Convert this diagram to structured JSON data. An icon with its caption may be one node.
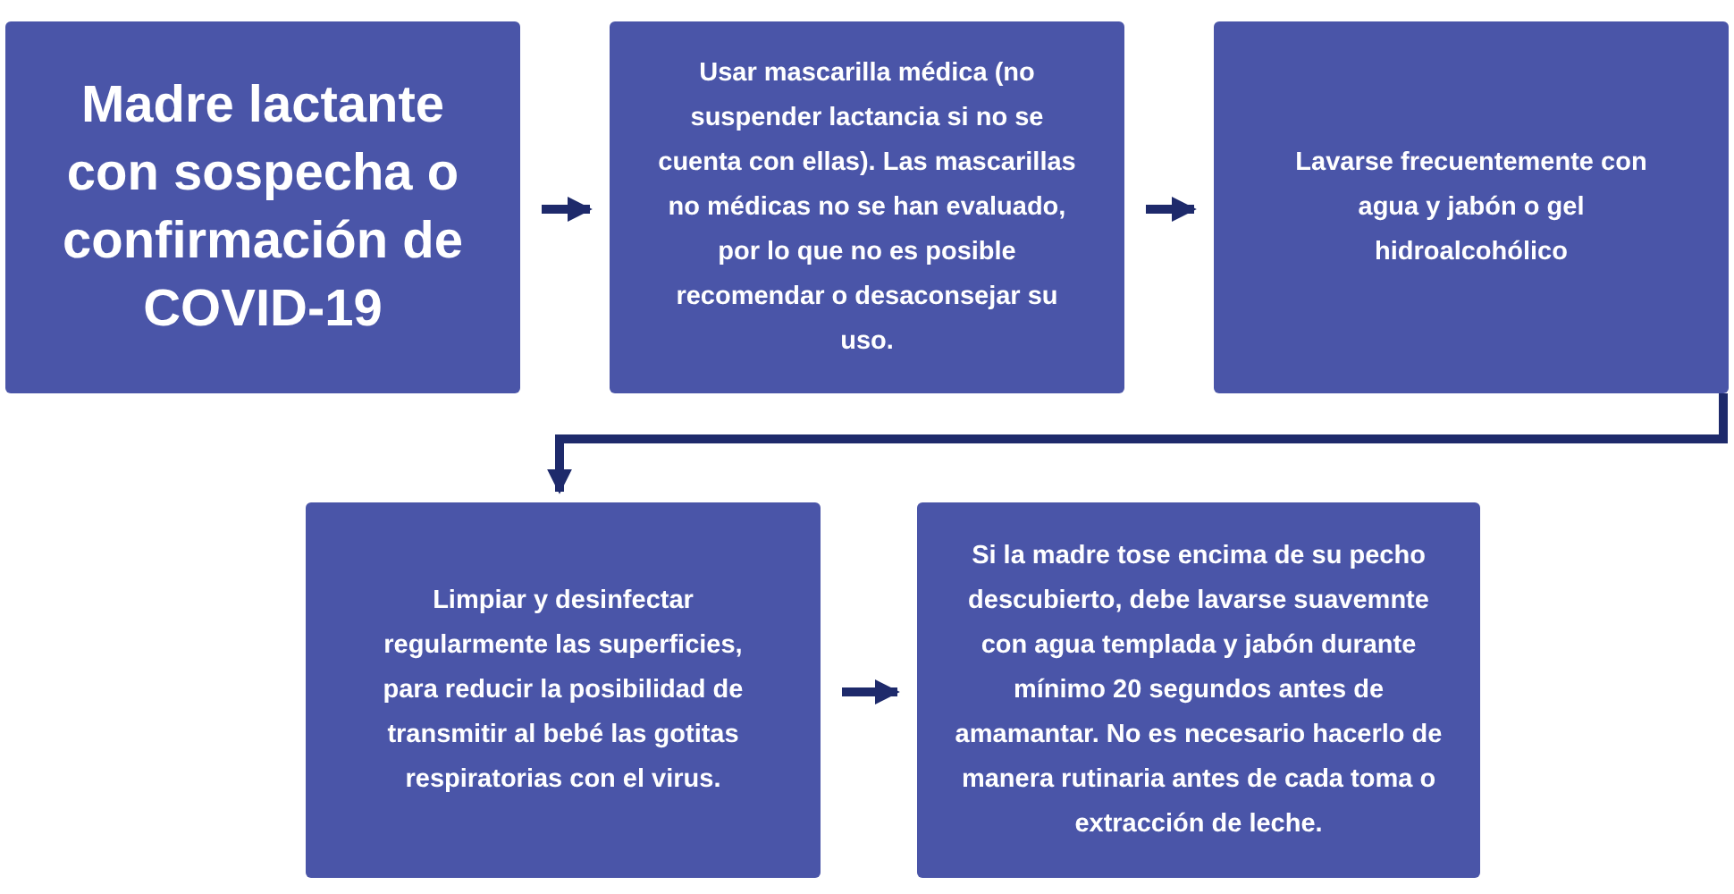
{
  "diagram": {
    "nodes": [
      {
        "text": [
          "Madre lactante con sospecha o confirmación de COVID-19"
        ]
      },
      {
        "text": [
          "Usar mascarilla médica (no suspender lactancia si no se cuenta con ellas). Las mascarillas no médicas no se han evaluado, por lo que no es posible recomendar o desaconsejar su uso."
        ]
      },
      {
        "text": [
          "Lavarse frecuentemente con agua y jabón o gel hidroalcohólico"
        ]
      },
      {
        "text": [
          "Limpiar y desinfectar regularmente las superficies, para reducir la posibilidad de transmitir al bebé las gotitas respiratorias con el virus."
        ]
      },
      {
        "text": [
          "Si la madre tose encima de su pecho descubierto, debe lavarse suavemnte con agua templada y jabón durante mínimo 20 segundos antes de amamantar. No es necesario hacerlo de manera rutinaria antes de cada toma o extracción de leche."
        ]
      }
    ],
    "edges": [
      {
        "from": 0,
        "to": 1,
        "arrow": "to"
      },
      {
        "from": 1,
        "to": 2,
        "arrow": "to"
      },
      {
        "from": 2,
        "to": 3,
        "arrow": "to"
      },
      {
        "from": 3,
        "to": 4,
        "arrow": "to"
      }
    ]
  }
}
